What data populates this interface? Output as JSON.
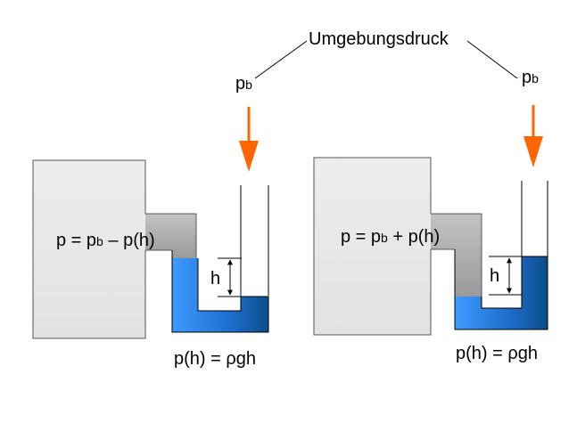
{
  "labels": {
    "ambient": "Umgebungsdruck",
    "pb_base": "p",
    "pb_sub": "b",
    "h": "h"
  },
  "left": {
    "formula_p1": "p = p",
    "formula_sub": "b",
    "formula_p2": " – p(h)",
    "hydro": "p(h) = ρgh"
  },
  "right": {
    "formula_p1": "p = p",
    "formula_sub": "b",
    "formula_p2": " + p(h)",
    "hydro": "p(h) = ρgh"
  },
  "colors": {
    "vessel_top": "#ececec",
    "vessel_bottom": "#9a9a9a",
    "fluid_light": "#3f9bff",
    "fluid_dark": "#0b4e8a",
    "arrow": "#ff6600",
    "line": "#000000"
  }
}
